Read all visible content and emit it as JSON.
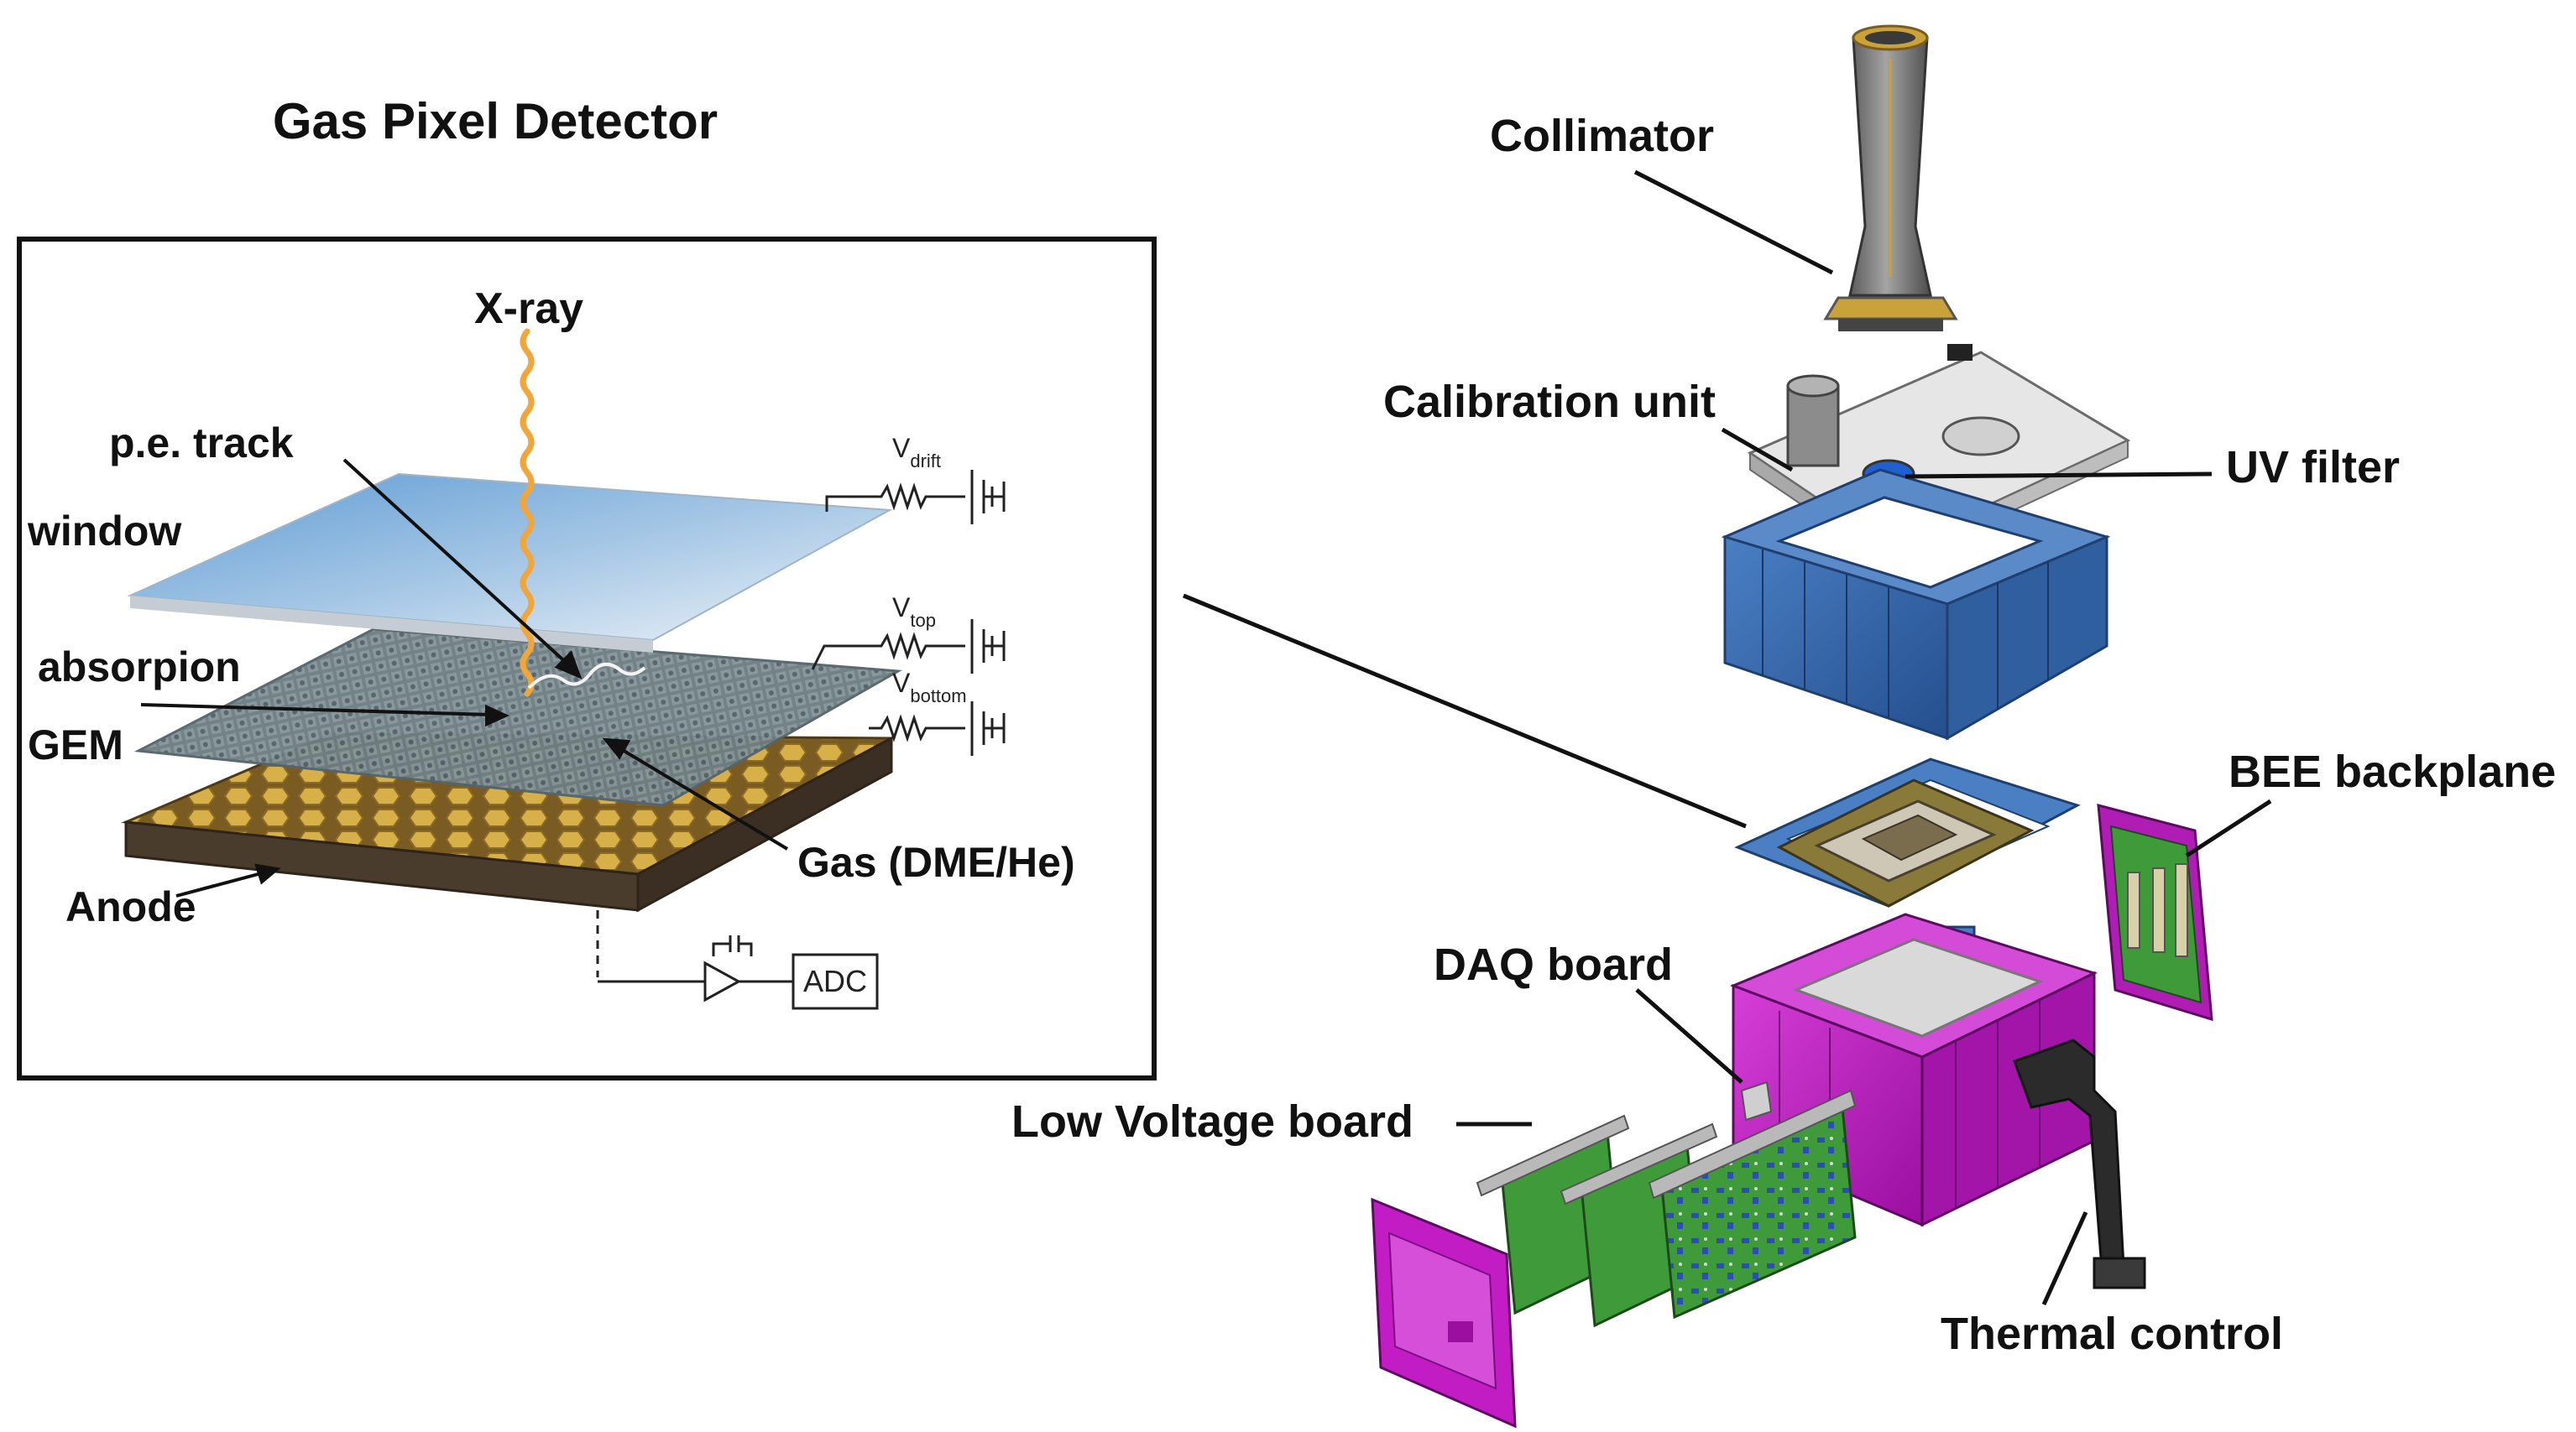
{
  "gpd": {
    "title": "Gas Pixel Detector",
    "labels": {
      "xray": "X-ray",
      "pe_track": "p.e. track",
      "window": "window",
      "absorpion": "absorpion",
      "gem": "GEM",
      "anode": "Anode",
      "gas": "Gas (DME/He)"
    },
    "circuit": {
      "v_drift_main": "V",
      "v_drift_sub": "drift",
      "v_top_main": "V",
      "v_top_sub": "top",
      "v_bottom_main": "V",
      "v_bottom_sub": "bottom",
      "adc": "ADC"
    }
  },
  "assembly": {
    "labels": {
      "collimator": "Collimator",
      "calibration_unit": "Calibration unit",
      "uv_filter": "UV filter",
      "bee_backplane": "BEE backplane",
      "daq_board": "DAQ board",
      "low_voltage_board": "Low Voltage board",
      "thermal_control": "Thermal control"
    }
  },
  "colors": {
    "frame_blue": "#2f63a8",
    "magenta": "#c21cc4",
    "board_green": "#3f9a3a",
    "anode_gold": "#c9a23a",
    "window_blue": "#7fb0dc",
    "gem_grey": "#6f7f84",
    "xray_orange": "#f0a63a"
  }
}
